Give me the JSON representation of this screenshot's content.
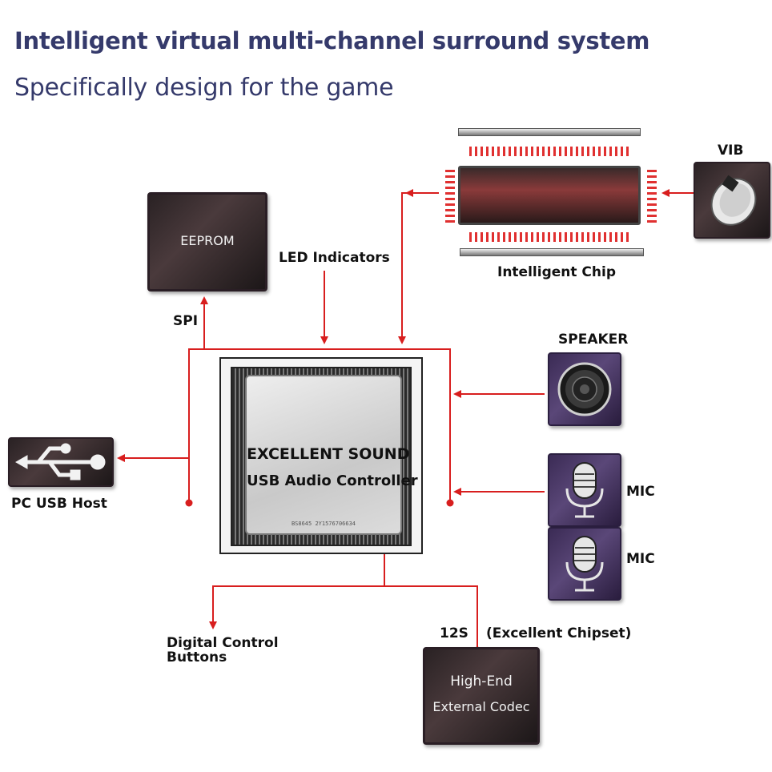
{
  "header": {
    "title": "Intelligent virtual multi-channel surround system",
    "subtitle": "Specifically design for the game"
  },
  "main_chip": {
    "line1": "EXCELLENT SOUND",
    "line2": "USB Audio Controller",
    "marking": "BS8645 2Y1576706634"
  },
  "blocks": {
    "eeprom": "EEPROM",
    "codec_line1": "High-End",
    "codec_line2": "External Codec"
  },
  "labels": {
    "led": "LED Indicators",
    "spi": "SPI",
    "intelligent_chip": "Intelligent Chip",
    "vib": "VIB",
    "speaker": "SPEAKER",
    "mic1": "MIC",
    "mic2": "MIC",
    "pc_usb": "PC USB Host",
    "digital_line1": "Digital Control",
    "digital_line2": "Buttons",
    "i2s": "12S",
    "chipset": "(Excellent  Chipset)"
  },
  "colors": {
    "title": "#353a6b",
    "wire": "#d81e1e",
    "tile_purple": "#4a3a6a",
    "tile_dark": "#3a2e30"
  },
  "icons": [
    "usb-icon",
    "speaker-icon",
    "microphone-icon",
    "vibration-motor-icon",
    "chip-icon"
  ]
}
